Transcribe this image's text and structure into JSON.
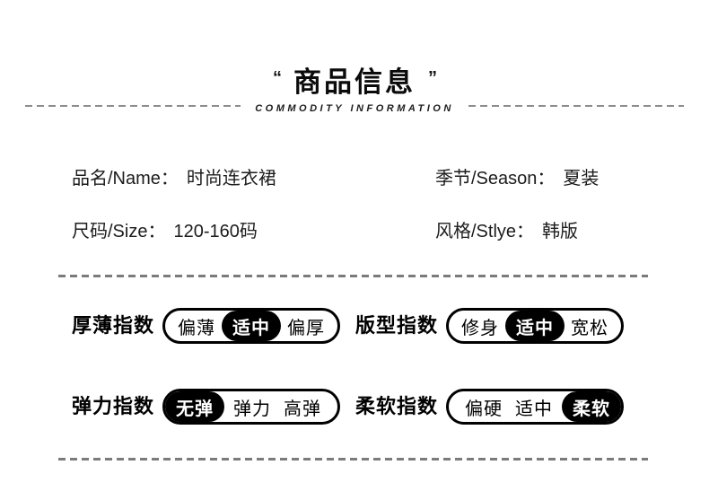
{
  "header": {
    "open_quote": "“",
    "title": "商品信息",
    "close_quote": "”",
    "subtitle": "COMMODITY INFORMATION"
  },
  "info": {
    "fields": [
      {
        "label": "品名/Name：",
        "value": "时尚连衣裙"
      },
      {
        "label": "季节/Season：",
        "value": "夏装"
      },
      {
        "label": "尺码/Size：",
        "value": "120-160码"
      },
      {
        "label": "风格/Stlye：",
        "value": "韩版"
      }
    ]
  },
  "indexes": [
    {
      "label": "厚薄指数",
      "options": [
        "偏薄",
        "适中",
        "偏厚"
      ],
      "selected": 1
    },
    {
      "label": "版型指数",
      "options": [
        "修身",
        "适中",
        "宽松"
      ],
      "selected": 1
    },
    {
      "label": "弹力指数",
      "options": [
        "无弹",
        "弹力",
        "高弹"
      ],
      "selected": 0
    },
    {
      "label": "柔软指数",
      "options": [
        "偏硬",
        "适中",
        "柔软"
      ],
      "selected": 2
    }
  ],
  "colors": {
    "text": "#111111",
    "dash_line": "#7b7b7b",
    "selected_bg": "#000000",
    "selected_text": "#ffffff",
    "background": "#ffffff"
  }
}
